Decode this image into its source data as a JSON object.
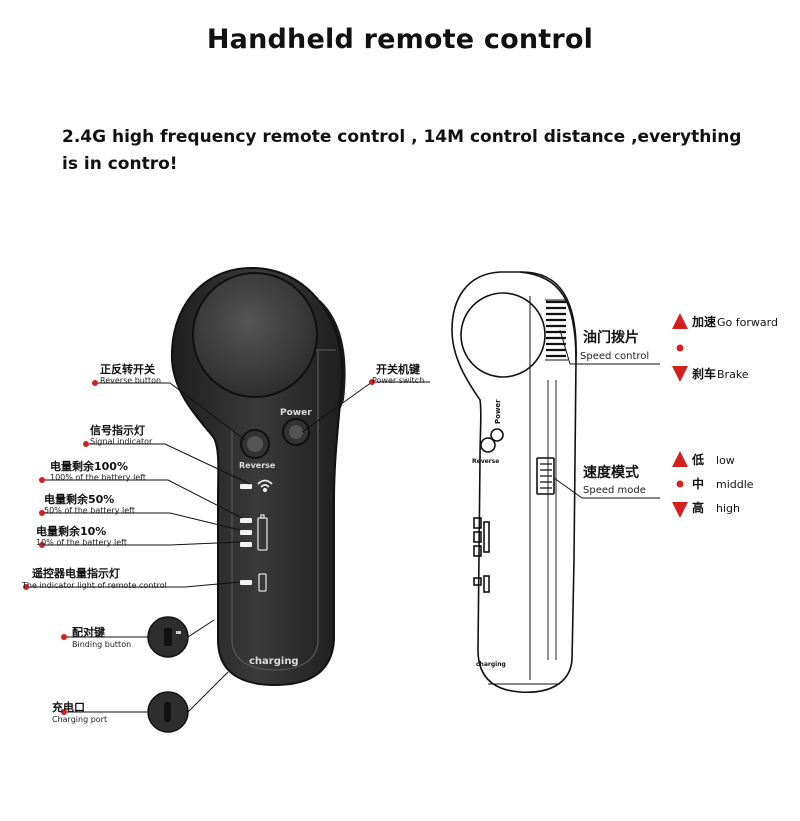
{
  "title": "Handheld remote control",
  "subtitle": "2.4G high frequency remote control , 14M control distance ,everything is in contro!",
  "device_text": {
    "power": "Power",
    "reverse": "Reverse",
    "charging": "charging"
  },
  "left_labels": {
    "reverse_button": {
      "cn": "正反转开关",
      "en": "Reverse button"
    },
    "signal_indicator": {
      "cn": "信号指示灯",
      "en": "Signal indicator"
    },
    "battery_100": {
      "cn": "电量剩余100%",
      "en": "100% of the battery left"
    },
    "battery_50": {
      "cn": "电量剩余50%",
      "en": "50% of the battery left"
    },
    "battery_10": {
      "cn": "电量剩余10%",
      "en": "10% of the battery left"
    },
    "remote_indicator": {
      "cn": "遥控器电量指示灯",
      "en": "The indicator light of remote control"
    },
    "binding_button": {
      "cn": "配对键",
      "en": "Binding button"
    },
    "charging_port": {
      "cn": "充电口",
      "en": "Charging port"
    }
  },
  "power_switch": {
    "cn": "开关机键",
    "en": "Power switch"
  },
  "speed_control": {
    "cn": "油门拨片",
    "en": "Speed control"
  },
  "speed_mode": {
    "cn": "速度模式",
    "en": "Speed mode"
  },
  "throttle_options": {
    "forward": {
      "cn": "加速",
      "en": "Go forward"
    },
    "brake": {
      "cn": "刹车",
      "en": "Brake"
    }
  },
  "mode_options": {
    "low": {
      "cn": "低",
      "en": "low"
    },
    "middle": {
      "cn": "中",
      "en": "middle"
    },
    "high": {
      "cn": "高",
      "en": "high"
    }
  },
  "colors": {
    "accent": "#d42020",
    "device_dark": "#2a2a2a",
    "device_outline": "#111111"
  }
}
